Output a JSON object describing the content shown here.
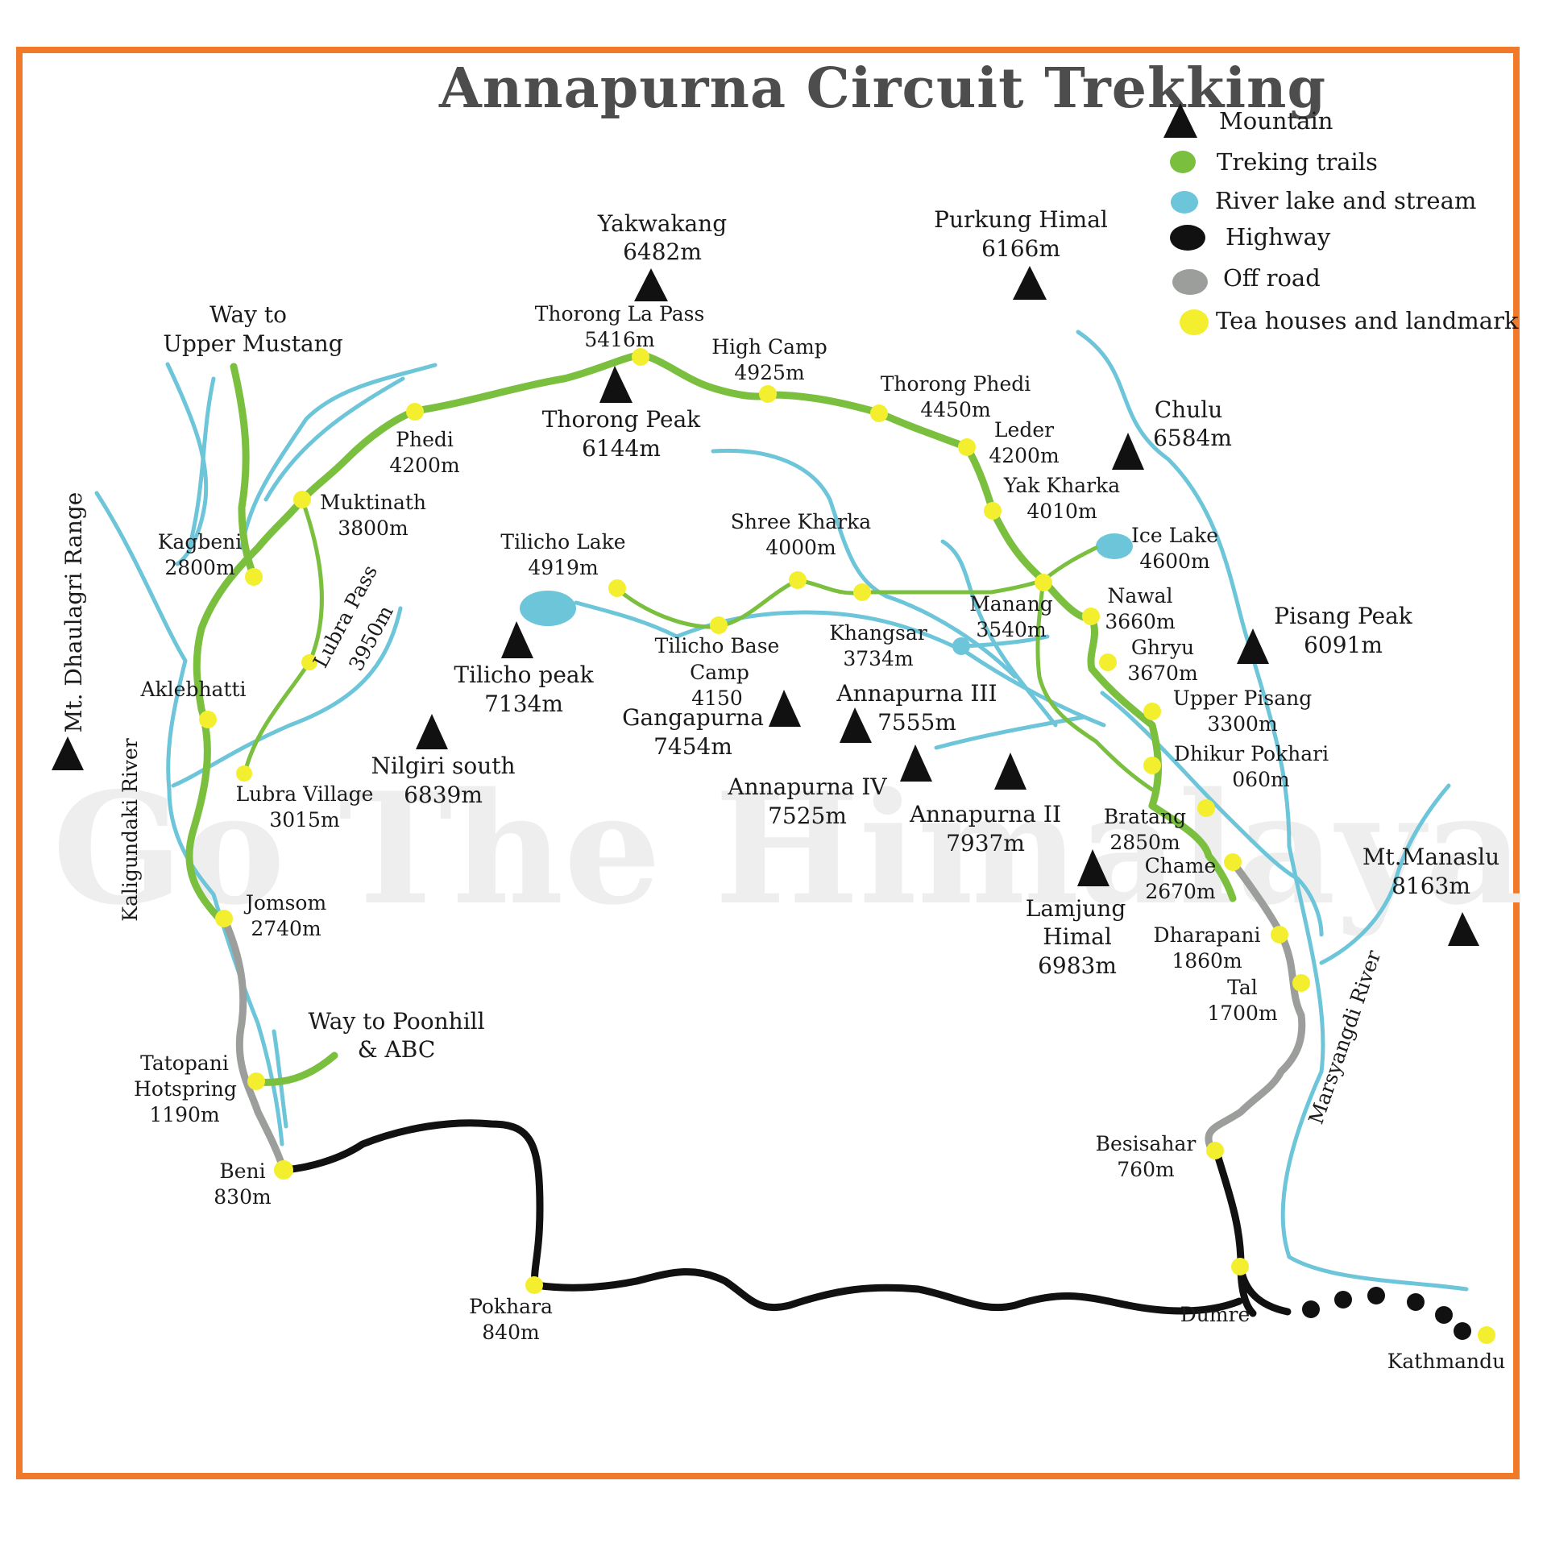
{
  "title": "Annapurna Circuit Trekking",
  "watermark": "Go The Himalaya Treks",
  "colors": {
    "frame": "#f07a2a",
    "trail": "#7bbf3f",
    "river": "#6cc5d8",
    "highway": "#111111",
    "offroad": "#9b9e9b",
    "teahouse": "#f4ef2e",
    "mountain": "#111111"
  },
  "legend": [
    {
      "symbol": "mountain-triangle",
      "label": "Mountain"
    },
    {
      "symbol": "trail-swatch",
      "label": "Treking trails"
    },
    {
      "symbol": "river-swatch",
      "label": "River lake and stream"
    },
    {
      "symbol": "highway-swatch",
      "label": "Highway"
    },
    {
      "symbol": "offroad-swatch",
      "label": "Off road"
    },
    {
      "symbol": "teahouse-swatch",
      "label": "Tea houses and landmark"
    }
  ],
  "mountains": {
    "yakwakang": {
      "name": "Yakwakang",
      "elev": "6482m"
    },
    "purkung": {
      "name": "Purkung Himal",
      "elev": "6166m"
    },
    "thorong_peak": {
      "name": "Thorong Peak",
      "elev": "6144m"
    },
    "chulu": {
      "name": "Chulu",
      "elev": "6584m"
    },
    "tilicho_peak": {
      "name": "Tilicho peak",
      "elev": "7134m"
    },
    "nilgiri": {
      "name": "Nilgiri south",
      "elev": "6839m"
    },
    "gangapurna": {
      "name": "Gangapurna",
      "elev": "7454m"
    },
    "annapurna3": {
      "name": "Annapurna III",
      "elev": "7555m"
    },
    "annapurna4": {
      "name": "Annapurna IV",
      "elev": "7525m"
    },
    "annapurna2": {
      "name": "Annapurna II",
      "elev": "7937m"
    },
    "lamjung": {
      "name1": "Lamjung",
      "name2": "Himal",
      "elev": "6983m"
    },
    "pisang_peak": {
      "name": "Pisang Peak",
      "elev": "6091m"
    },
    "manaslu": {
      "name": "Mt.Manaslu",
      "elev": "8163m"
    },
    "dhaulagiri": {
      "name": "Mt. Dhaulagri Range"
    }
  },
  "places": {
    "thorong_la": {
      "name": "Thorong La Pass",
      "elev": "5416m"
    },
    "high_camp": {
      "name": "High Camp",
      "elev": "4925m"
    },
    "thorong_phedi": {
      "name": "Thorong Phedi",
      "elev": "4450m"
    },
    "leder": {
      "name": "Leder",
      "elev": "4200m"
    },
    "yak_kharka": {
      "name": "Yak Kharka",
      "elev": "4010m"
    },
    "ice_lake": {
      "name": "Ice Lake",
      "elev": "4600m"
    },
    "manang": {
      "name": "Manang",
      "elev": "3540m"
    },
    "nawal": {
      "name": "Nawal",
      "elev": "3660m"
    },
    "ghryu": {
      "name": "Ghryu",
      "elev": "3670m"
    },
    "upper_pisang": {
      "name": "Upper Pisang",
      "elev": "3300m"
    },
    "dhikur": {
      "name": "Dhikur Pokhari",
      "elev": "060m"
    },
    "bratang": {
      "name": "Bratang",
      "elev": "2850m"
    },
    "chame": {
      "name": "Chame",
      "elev": "2670m"
    },
    "dharapani": {
      "name": "Dharapani",
      "elev": "1860m"
    },
    "tal": {
      "name": "Tal",
      "elev": "1700m"
    },
    "besisahar": {
      "name": "Besisahar",
      "elev": "760m"
    },
    "dumre": {
      "name": "Dumre"
    },
    "kathmandu": {
      "name": "Kathmandu"
    },
    "pokhara": {
      "name": "Pokhara",
      "elev": "840m"
    },
    "beni": {
      "name": "Beni",
      "elev": "830m"
    },
    "tatopani": {
      "name1": "Tatopani",
      "name2": "Hotspring",
      "elev": "1190m"
    },
    "poonhill": {
      "line1": "Way to Poonhill",
      "line2": "& ABC"
    },
    "jomsom": {
      "name": "Jomsom",
      "elev": "2740m"
    },
    "lubra_village": {
      "name": "Lubra Village",
      "elev": "3015m"
    },
    "aklebhatti": {
      "name": "Aklebhatti"
    },
    "kagbeni": {
      "name": "Kagbeni",
      "elev": "2800m"
    },
    "muktinath": {
      "name": "Muktinath",
      "elev": "3800m"
    },
    "phedi": {
      "name": "Phedi",
      "elev": "4200m"
    },
    "upper_mustang": {
      "line1": "Way to",
      "line2": "Upper Mustang"
    },
    "lubra_pass": {
      "name": "Lubra Pass",
      "elev": "3950m"
    },
    "tilicho_lake": {
      "name": "Tilicho Lake",
      "elev": "4919m"
    },
    "tilicho_base": {
      "line1": "Tilicho Base",
      "line2": "Camp",
      "elev": "4150"
    },
    "shree_kharka": {
      "name": "Shree Kharka",
      "elev": "4000m"
    },
    "khangsar": {
      "name": "Khangsar",
      "elev": "3734m"
    }
  },
  "rivers": {
    "kaligundaki": "Kaligundaki River",
    "marsyangdi": "Marsyangdi River"
  }
}
